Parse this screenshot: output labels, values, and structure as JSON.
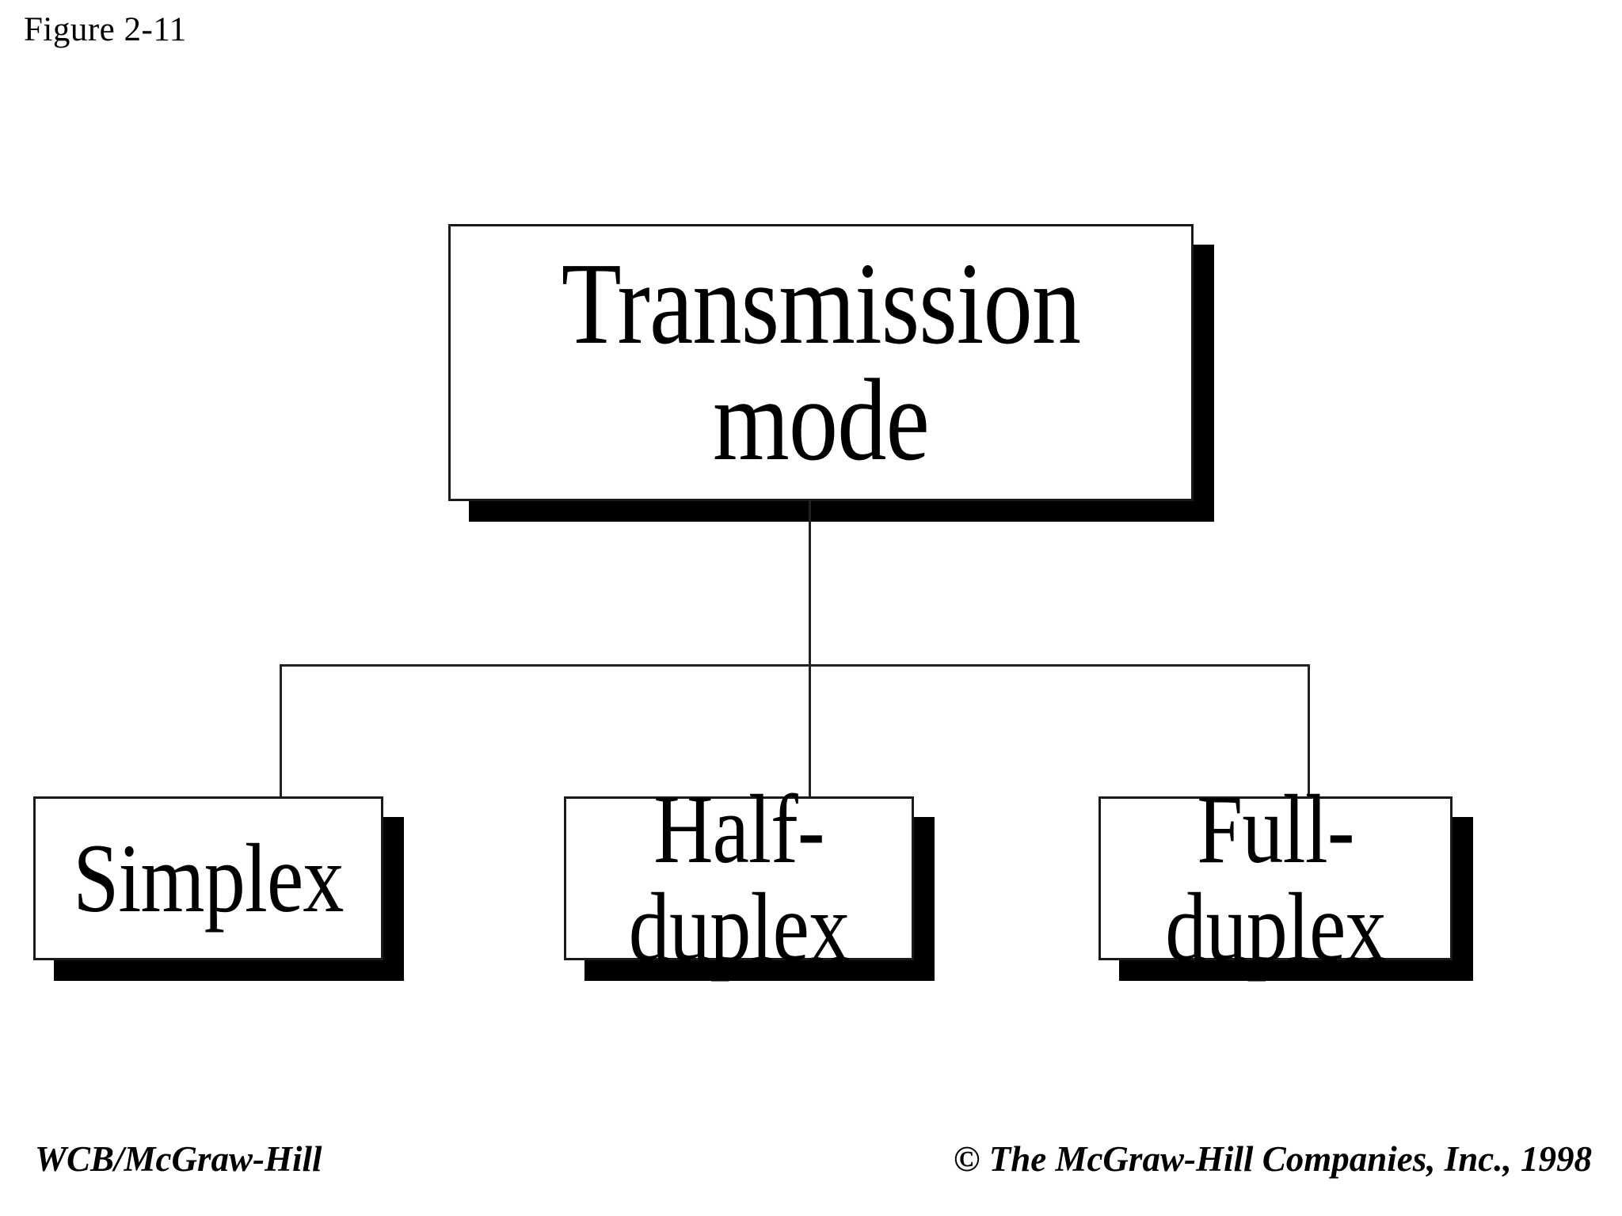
{
  "figure": {
    "label": "Figure 2-11",
    "background_color": "#ffffff",
    "line_color": "#222222",
    "shadow_color": "#000000",
    "box_fill_color": "#ffffff"
  },
  "diagram": {
    "type": "tree",
    "root": {
      "id": "transmission-mode",
      "label": "Transmission\nmode"
    },
    "children": [
      {
        "id": "simplex",
        "label": "Simplex"
      },
      {
        "id": "half-duplex",
        "label": "Half-duplex"
      },
      {
        "id": "full-duplex",
        "label": "Full-duplex"
      }
    ]
  },
  "footer": {
    "left": "WCB/McGraw-Hill",
    "right": "© The McGraw-Hill Companies, Inc., 1998"
  }
}
